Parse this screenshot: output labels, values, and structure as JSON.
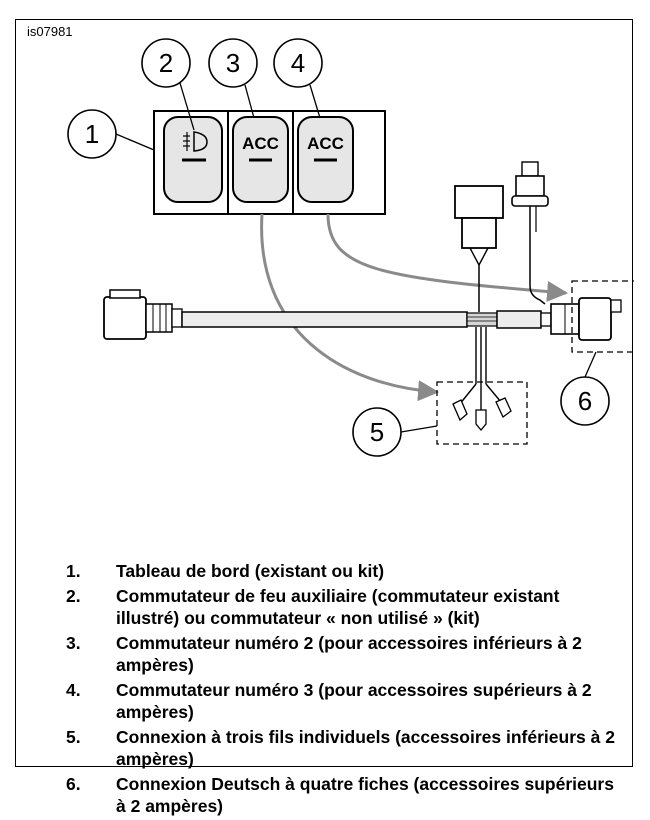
{
  "figure_id": "is07981",
  "callouts": [
    "1",
    "2",
    "3",
    "4",
    "5",
    "6"
  ],
  "switch_labels": {
    "switch3": "ACC",
    "switch4": "ACC"
  },
  "icons": {
    "switch2": "auxiliary-lamp-icon"
  },
  "legend": [
    {
      "num": "1.",
      "text": "Tableau de bord (existant ou kit)"
    },
    {
      "num": "2.",
      "text": "Commutateur de feu auxiliaire (commutateur existant illustré) ou commutateur « non utilisé » (kit)"
    },
    {
      "num": "3.",
      "text": "Commutateur numéro 2 (pour accessoires inférieurs à 2 ampères)"
    },
    {
      "num": "4.",
      "text": "Commutateur numéro 3 (pour accessoires supérieurs à 2 ampères)"
    },
    {
      "num": "5.",
      "text": "Connexion à trois fils individuels (accessoires inférieurs à 2 ampères)"
    },
    {
      "num": "6.",
      "text": "Connexion Deutsch à quatre fiches (accessoires supérieurs à 2 ampères)"
    }
  ]
}
